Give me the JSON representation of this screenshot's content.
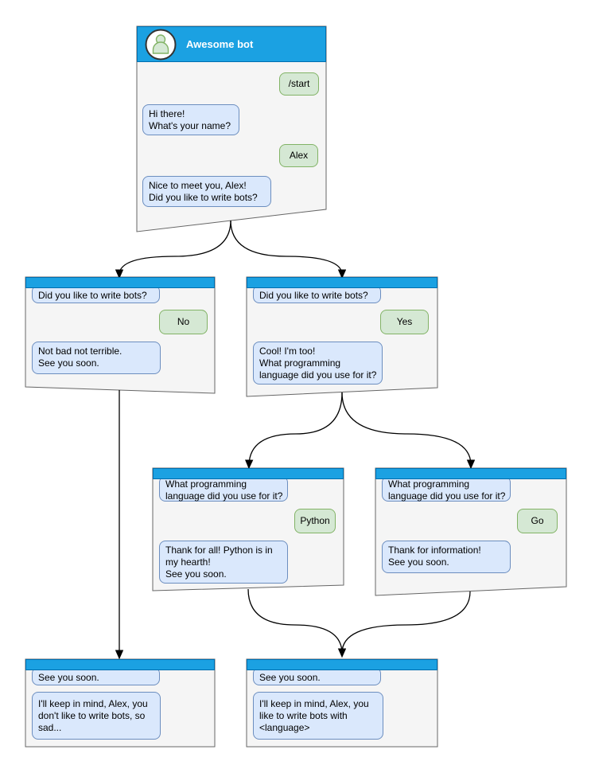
{
  "windows": {
    "root": {
      "title": "Awesome bot",
      "messages": [
        {
          "from": "user",
          "text": "/start"
        },
        {
          "from": "bot",
          "text": "Hi there!\nWhat's your name?"
        },
        {
          "from": "user",
          "text": "Alex"
        },
        {
          "from": "bot",
          "text": "Nice to meet you, Alex!\nDid you like to write bots?"
        }
      ]
    },
    "branch_no": {
      "messages": [
        {
          "from": "bot",
          "text": "Did you like to write bots?"
        },
        {
          "from": "user",
          "text": "No"
        },
        {
          "from": "bot",
          "text": "Not bad not terrible.\nSee you soon."
        }
      ]
    },
    "branch_yes": {
      "messages": [
        {
          "from": "bot",
          "text": "Did you like to write bots?"
        },
        {
          "from": "user",
          "text": "Yes"
        },
        {
          "from": "bot",
          "text": "Cool! I'm too!\nWhat programming\nlanguage did you use for it?"
        }
      ]
    },
    "branch_python": {
      "messages": [
        {
          "from": "bot",
          "text": "What programming\nlanguage did you use for it?"
        },
        {
          "from": "user",
          "text": "Python"
        },
        {
          "from": "bot",
          "text": "Thank for all! Python is in\nmy hearth!\nSee you soon."
        }
      ]
    },
    "branch_go": {
      "messages": [
        {
          "from": "bot",
          "text": "What programming\nlanguage did you use for it?"
        },
        {
          "from": "user",
          "text": "Go"
        },
        {
          "from": "bot",
          "text": "Thank for information!\nSee you soon."
        }
      ]
    },
    "end_no": {
      "messages": [
        {
          "from": "bot",
          "text": "See you soon."
        },
        {
          "from": "bot",
          "text": "I'll keep in mind, Alex, you\ndon't like to write bots, so\nsad..."
        }
      ]
    },
    "end_language": {
      "messages": [
        {
          "from": "bot",
          "text": "See you soon."
        },
        {
          "from": "bot",
          "text": "I'll keep in mind, Alex, you\nlike to write bots with\n<language>"
        }
      ]
    }
  },
  "colors": {
    "header_fill": "#1BA1E2",
    "header_border": "#006EAF",
    "bot_bubble_fill": "#DAE8FC",
    "bot_bubble_border": "#6C8EBF",
    "user_bubble_fill": "#D5E8D4",
    "user_bubble_border": "#82B366",
    "window_fill": "#F5F5F5",
    "window_border": "#666666",
    "connector": "#000000"
  }
}
